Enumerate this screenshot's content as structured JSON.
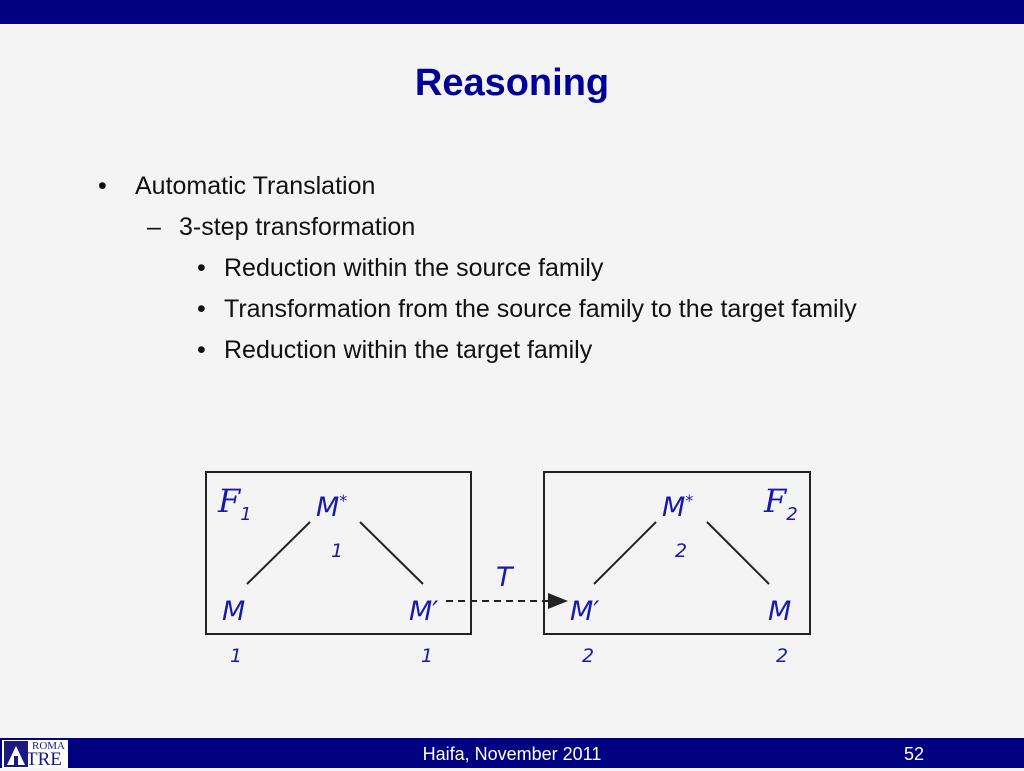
{
  "colors": {
    "bar": "#000080",
    "title": "#000099",
    "math": "#1a1aaa",
    "background": "#f4f4f4"
  },
  "slide": {
    "title": "Reasoning"
  },
  "bullets": {
    "level1_marker": "•",
    "level2_marker": "–",
    "level3_marker": "•",
    "item1": "Automatic Translation",
    "item1_1": "3-step transformation",
    "item1_1_1": "Reduction within the source family",
    "item1_1_2": "Transformation from the source family to the target family",
    "item1_1_3": "Reduction within the target family"
  },
  "diagram": {
    "left_box": {
      "family": "F",
      "family_index": "1",
      "top_model": "M",
      "top_model_star": "*",
      "top_model_index": "1",
      "bottom_left_model": "M",
      "bottom_left_index": "1",
      "bottom_right_model": "M",
      "bottom_right_prime": "′",
      "bottom_right_index": "1"
    },
    "right_box": {
      "family": "F",
      "family_index": "2",
      "top_model": "M",
      "top_model_star": "*",
      "top_model_index": "2",
      "bottom_left_model": "M",
      "bottom_left_prime": "′",
      "bottom_left_index": "2",
      "bottom_right_model": "M",
      "bottom_right_index": "2"
    },
    "transform_label": "T"
  },
  "footer": {
    "text": "Haifa, November 2011",
    "page_number": "52",
    "logo_top": "ROMA",
    "logo_bottom": "TRE"
  }
}
